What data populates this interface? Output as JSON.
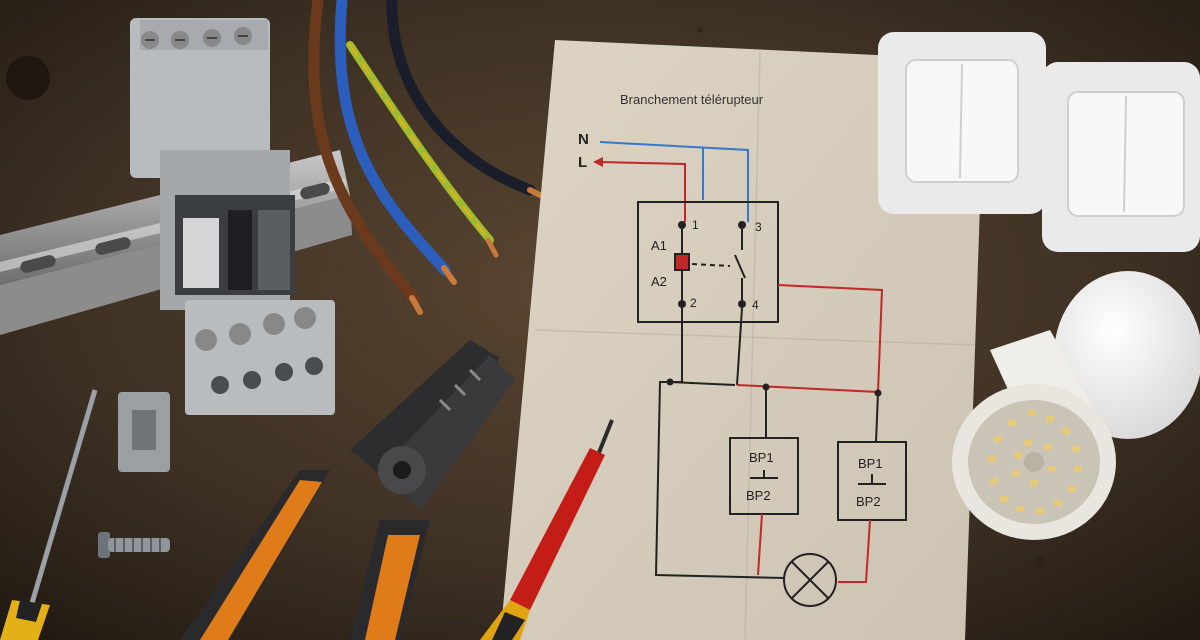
{
  "paper": {
    "title": "Branchement télérupteur",
    "line_labels": {
      "neutral": "N",
      "live": "L"
    },
    "coil_labels": {
      "a1": "A1",
      "a2": "A2"
    },
    "terminals": [
      "1",
      "2",
      "3",
      "4"
    ],
    "buttons": [
      {
        "top": "BP1",
        "bottom": "BP2"
      },
      {
        "top": "BP1",
        "bottom": "BP2"
      }
    ]
  },
  "colors": {
    "workbench": "#3a2e22",
    "paper": "#d8cfc0",
    "live_wire": "#c0282a",
    "neutral_wire": "#3a78c9",
    "diagram_ink": "#222222",
    "wire_brown": "#6b3a1d",
    "wire_blue": "#2c5fbd",
    "wire_yellow_green": "#9dbb2e",
    "wire_black": "#1a1e2a",
    "tool_handle_orange": "#e07b1a",
    "screwdriver_red": "#c41c16"
  },
  "objects": {
    "relay_module": "din-rail-remote-switch",
    "din_rail": "din-rail",
    "wire_bundle": [
      "brown",
      "blue",
      "yellow-green",
      "black"
    ],
    "wall_switches": 2,
    "led_bulb": "gu10-led-bulb"
  }
}
